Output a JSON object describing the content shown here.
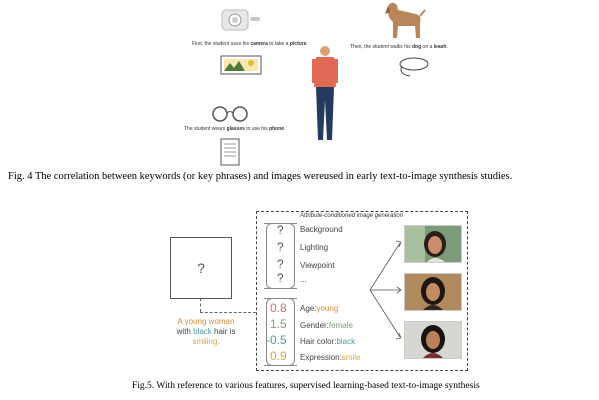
{
  "figure4": {
    "text_camera_pre": "First, the student uses his ",
    "text_camera_k1": "camera",
    "text_camera_mid": " to take a ",
    "text_camera_k2": "picture",
    "text_camera_post": ".",
    "text_dog_pre": "Then, the student walks his ",
    "text_dog_k1": "dog",
    "text_dog_mid": " on a ",
    "text_dog_k2": "leash",
    "text_dog_post": ".",
    "text_glasses_pre": "The student wears ",
    "text_glasses_k1": "glasses",
    "text_glasses_mid": " to use his ",
    "text_glasses_k2": "phone",
    "text_glasses_post": ".",
    "caption": "Fig. 4 The correlation between keywords (or key phrases) and images wereused in early text-to-image synthesis studies."
  },
  "figure5": {
    "box_title": "Attribute-conditioned image generation",
    "unknown_box_symbol": "?",
    "unknowns": [
      {
        "q": "?",
        "label": "Background"
      },
      {
        "q": "?",
        "label": "Lighting"
      },
      {
        "q": "?",
        "label": "Viewpoint"
      },
      {
        "q": "?",
        "label": "..."
      }
    ],
    "desc_young": "A young woman",
    "desc_with": "with ",
    "desc_black": "black",
    "desc_hair": " hair is",
    "desc_smiling": "smiling.",
    "attributes": [
      {
        "value": "0.8",
        "name": "Age:",
        "val": "young",
        "color": "#c9736f"
      },
      {
        "value": "1.5",
        "name": "Gender:",
        "val": "female",
        "color": "#7aa37a"
      },
      {
        "value": "-0.5",
        "name": "Hair color:",
        "val": "black",
        "color": "#4d9aa0"
      },
      {
        "value": "0.9",
        "name": "Expression:",
        "val": "smile",
        "color": "#d6a848"
      }
    ],
    "caption": "Fig.5. With reference to various features, supervised learning-based text-to-image synthesis"
  },
  "colors": {
    "shirt": "#e06a55",
    "pants": "#243a5e",
    "dog": "#b8865a",
    "orange_attr": "#e08a3a"
  }
}
